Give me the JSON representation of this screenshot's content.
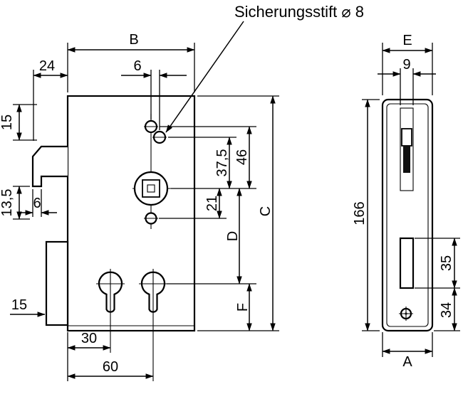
{
  "annotation": {
    "sicherungsstift": "Sicherungsstift ⌀ 8"
  },
  "front": {
    "B": "B",
    "top_offset": "24",
    "pin_offset": "6",
    "latch_top": "15",
    "latch_height": "13,5",
    "hook_width": "6",
    "faceplate": "15",
    "cyl_spacing_1": "30",
    "cyl_spacing_2": "60",
    "pin_to_follower": "37,5",
    "top_pin_to_follower": "46",
    "follower_to_pin": "21",
    "C": "C",
    "D": "D",
    "F": "F"
  },
  "side": {
    "E": "E",
    "slot_width": "9",
    "height": "166",
    "slot_height": "35",
    "slot_to_bottom": "34",
    "A": "A"
  }
}
